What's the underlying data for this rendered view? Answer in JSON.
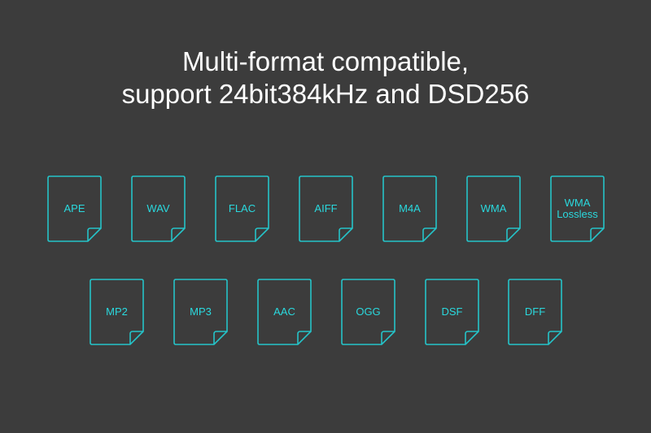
{
  "title": {
    "line1": "Multi-format compatible,",
    "line2": "support 24bit384kHz and DSD256"
  },
  "colors": {
    "background": "#3c3c3c",
    "accent": "#2ad9de",
    "title_text": "#ffffff"
  },
  "formats": {
    "row1": [
      {
        "label": "APE",
        "icon": "file-icon"
      },
      {
        "label": "WAV",
        "icon": "file-icon"
      },
      {
        "label": "FLAC",
        "icon": "file-icon"
      },
      {
        "label": "AIFF",
        "icon": "file-icon"
      },
      {
        "label": "M4A",
        "icon": "file-icon"
      },
      {
        "label": "WMA",
        "icon": "file-icon"
      },
      {
        "label": "WMA\nLossless",
        "icon": "file-icon"
      }
    ],
    "row2": [
      {
        "label": "MP2",
        "icon": "file-icon"
      },
      {
        "label": "MP3",
        "icon": "file-icon"
      },
      {
        "label": "AAC",
        "icon": "file-icon"
      },
      {
        "label": "OGG",
        "icon": "file-icon"
      },
      {
        "label": "DSF",
        "icon": "file-icon"
      },
      {
        "label": "DFF",
        "icon": "file-icon"
      }
    ]
  }
}
